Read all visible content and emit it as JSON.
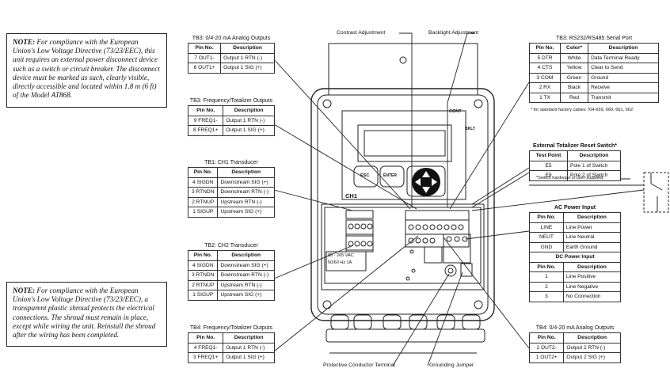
{
  "note1": {
    "lead": "NOTE:",
    "text": "For compliance with the European Union's Low Voltage Directive (73/23/EEC), this unit requires an external power disconnect device such as a switch or circuit breaker. The disconnect device must be marked as such, clearly visible, directly accessible and located within 1.8 m (6 ft) of the Model AT868."
  },
  "note2": {
    "lead": "NOTE:",
    "text": "For compliance with the European Union's Low Voltage Directive (73/23/EEC), a transparent plastic shroud protects the electrical connections. The shroud must remain in place, except while wiring the unit. Reinstall the shroud after the wiring has been completed."
  },
  "tb3_analog": {
    "title": "TB3: 0/4-20 mA Analog Outputs",
    "headers": [
      "Pin No.",
      "Description"
    ],
    "rows": [
      [
        "7 OUT1-",
        "Output 1 RTN (-)"
      ],
      [
        "6 OUT1+",
        "Output 1 SIG (+)"
      ]
    ]
  },
  "tb3_freq": {
    "title": "TB3: Frequency/Totalizer Outputs",
    "headers": [
      "Pin No.",
      "Description"
    ],
    "rows": [
      [
        "9 FREQ1-",
        "Output 1 RTN (-)"
      ],
      [
        "8 FREQ1+",
        "Output 1 SIG (+)"
      ]
    ]
  },
  "tb1": {
    "title": "TB1: CH1 Transducer",
    "headers": [
      "Pin No.",
      "Description"
    ],
    "rows": [
      [
        "4 SIGDN",
        "Downstream SIG (+)"
      ],
      [
        "3 RTNDN",
        "Downstream RTN (-)"
      ],
      [
        "2 RTNUP",
        "Upstream RTN (-)"
      ],
      [
        "1 SIGUP",
        "Upstream SIG (+)"
      ]
    ]
  },
  "tb2": {
    "title": "TB2: CH2 Transducer",
    "headers": [
      "Pin No.",
      "Description"
    ],
    "rows": [
      [
        "4 SIGDN",
        "Downstream SIG (+)"
      ],
      [
        "3 RTNDN",
        "Downstream RTN (-)"
      ],
      [
        "2 RTNUP",
        "Upstream RTN (-)"
      ],
      [
        "1 SIGUP",
        "Upstream SIG (+)"
      ]
    ]
  },
  "tb4_freq": {
    "title": "TB4: Frequency/Totalizer Outputs",
    "headers": [
      "Pin No.",
      "Description"
    ],
    "rows": [
      [
        "4 FREQ1-",
        "Output 1 RTN (-)"
      ],
      [
        "3 FREQ1+",
        "Output 1 SIG (+)"
      ]
    ]
  },
  "tb3_serial": {
    "title": "TB3: RS232/RS485 Serial Port",
    "headers": [
      "Pin No.",
      "Color*",
      "Description"
    ],
    "rows": [
      [
        "5 DTR",
        "White",
        "Data Terminal Ready"
      ],
      [
        "4 CTS",
        "Yellow",
        "Clear to Send"
      ],
      [
        "3 COM",
        "Green",
        "Ground"
      ],
      [
        "2 RX",
        "Black",
        "Receive"
      ],
      [
        "1 TX",
        "Red",
        "Transmit"
      ]
    ],
    "footnote": "* for standard factory cables 704-659, 660, 661, 662"
  },
  "reset_switch": {
    "title": "External Totalizer Reset Switch*",
    "headers": [
      "Test Point",
      "Description"
    ],
    "rows": [
      [
        "E5",
        "Pole 1 of Switch"
      ],
      [
        "E9",
        "Pole 2 of Switch"
      ]
    ],
    "footnote": "*Switch hardware is user-supplied."
  },
  "power": {
    "ac_title": "AC Power Input",
    "headers": [
      "Pin No.",
      "Description"
    ],
    "ac_rows": [
      [
        "LINE",
        "Line Power"
      ],
      [
        "NEUT",
        "Line Neutral"
      ],
      [
        "GND",
        "Earth Ground"
      ]
    ],
    "dc_title": "DC Power Input",
    "dc_rows": [
      [
        "1",
        "Line Positive"
      ],
      [
        "2",
        "Line Negative"
      ],
      [
        "3",
        "No Connection"
      ]
    ]
  },
  "tb4_analog": {
    "title": "TB4: 0/4-20 mA Analog Outputs",
    "headers": [
      "Pin No.",
      "Description"
    ],
    "rows": [
      [
        "2 OUT2-",
        "Output 2 RTN (-)"
      ],
      [
        "1 OUT2+",
        "Output 2 SIG (+)"
      ]
    ]
  },
  "callouts": {
    "contrast": "Contrast Adjustment",
    "backlight": "Backlight Adjustment",
    "protective": "Protective Conductor Terminal",
    "grounding": "Grounding Jumper"
  },
  "device": {
    "keys": [
      "ESC",
      "ENTER"
    ],
    "ch_label": "CH1",
    "board_labels": [
      "CONT",
      "BKLT"
    ],
    "voltage_lines": [
      "85 - 265 VAC",
      "50/60 Hz 1A"
    ]
  }
}
